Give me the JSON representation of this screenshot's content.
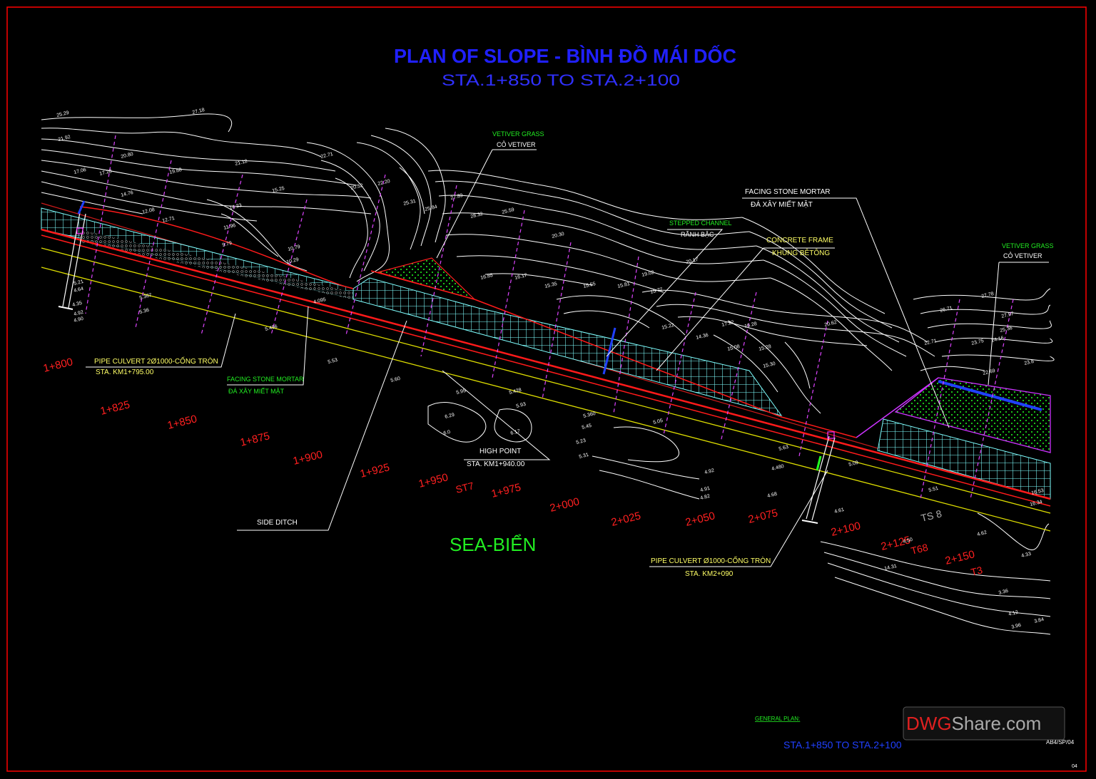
{
  "title": {
    "main": "PLAN OF SLOPE - BÌNH ĐỒ MÁI DỐC",
    "sub": "STA.1+850  TO  STA.2+100"
  },
  "sea_label": "SEA-BIỂN",
  "annotations": {
    "vetiver_top": [
      "VETIVER GRASS",
      "CỎ VETIVER"
    ],
    "facing_top": [
      "FACING STONE MORTAR",
      "ĐÁ XÂY MIẾT MẶT"
    ],
    "stepped": [
      "STEPPED CHANNEL",
      "RÃNH BẬC"
    ],
    "concrete": [
      "CONCRETE FRAME",
      "KHUNG BÊTÔNG"
    ],
    "vetiver_right": [
      "VETIVER GRASS",
      "CỎ VETIVER"
    ],
    "pipe1": [
      "PIPE CULVERT 2Ø1000-CỐNG TRÒN",
      "STA. KM1+795.00"
    ],
    "facing_low": [
      "FACING STONE MORTAR",
      "ĐÁ XÂY MIẾT MẶT"
    ],
    "high_point": [
      "HIGH POINT",
      "STA. KM1+940.00"
    ],
    "side_ditch": "SIDE DITCH",
    "pipe2": [
      "PIPE CULVERT Ø1000-CỐNG TRÒN",
      "STA. KM2+090"
    ]
  },
  "stations": [
    "1+800",
    "1+825",
    "1+850",
    "1+875",
    "1+900",
    "1+925",
    "1+950",
    "1+975",
    "2+000",
    "2+025",
    "2+050",
    "2+075",
    "2+100",
    "2+125",
    "2+150"
  ],
  "curve_labels": [
    "ST7",
    "TS 8",
    "T68",
    "T3"
  ],
  "elevations": [
    "25.29",
    "27.18",
    "21.92",
    "20.80",
    "17.06",
    "17.28",
    "19.88",
    "21.12",
    "22.71",
    "14.76",
    "15.25",
    "12.08",
    "12.71",
    "14.23",
    "11.96",
    "9.79",
    "10.79",
    "10.29",
    "20.52",
    "22.20",
    "25.31",
    "25.84",
    "27.89",
    "28.32",
    "25.59",
    "20.30",
    "16.85",
    "16.17",
    "15.35",
    "15.55",
    "15.81",
    "19.02",
    "15.77",
    "20.17",
    "15.22",
    "14.36",
    "17.22",
    "16.28",
    "15.08",
    "15.28",
    "15.30",
    "20.62",
    "26.71",
    "27.78",
    "27.97",
    "25.36",
    "23.75",
    "24.16",
    "22.71",
    "22.69",
    "23.8",
    "5.21",
    "4.64",
    "4.35",
    "4.92",
    "4.90",
    "5.367",
    "5.36",
    "5.496",
    "4.095",
    "5.53",
    "5.60",
    "5.95",
    "6.29",
    "6.0",
    "5.428",
    "5.93",
    "6.17",
    "5.360",
    "5.45",
    "5.23",
    "5.31",
    "5.05",
    "4.92",
    "4.91",
    "4.82",
    "4.480",
    "4.68",
    "4.61",
    "4.62",
    "4.50",
    "4.33",
    "4.12",
    "3.96",
    "3.84",
    "3.36",
    "14.31",
    "16.34",
    "16.53",
    "5.51",
    "5.09",
    "5.63"
  ],
  "footer": {
    "general_plan": "GENERAL PLAN:",
    "range": "STA.1+850  TO  STA.2+100",
    "sheet": "AB4/SP/04",
    "page": "04"
  },
  "watermark": {
    "dwg": "DWG",
    "share": "Share.com"
  },
  "colors": {
    "title": "#2020ff",
    "subtitle": "#3030ff",
    "station": "#ff2020",
    "annotation": "#ffff66",
    "green_label": "#22ee22",
    "grid": "#7fffff",
    "contour": "#ffffff",
    "centerline": "#dddd00",
    "frame": "#ff0000"
  }
}
